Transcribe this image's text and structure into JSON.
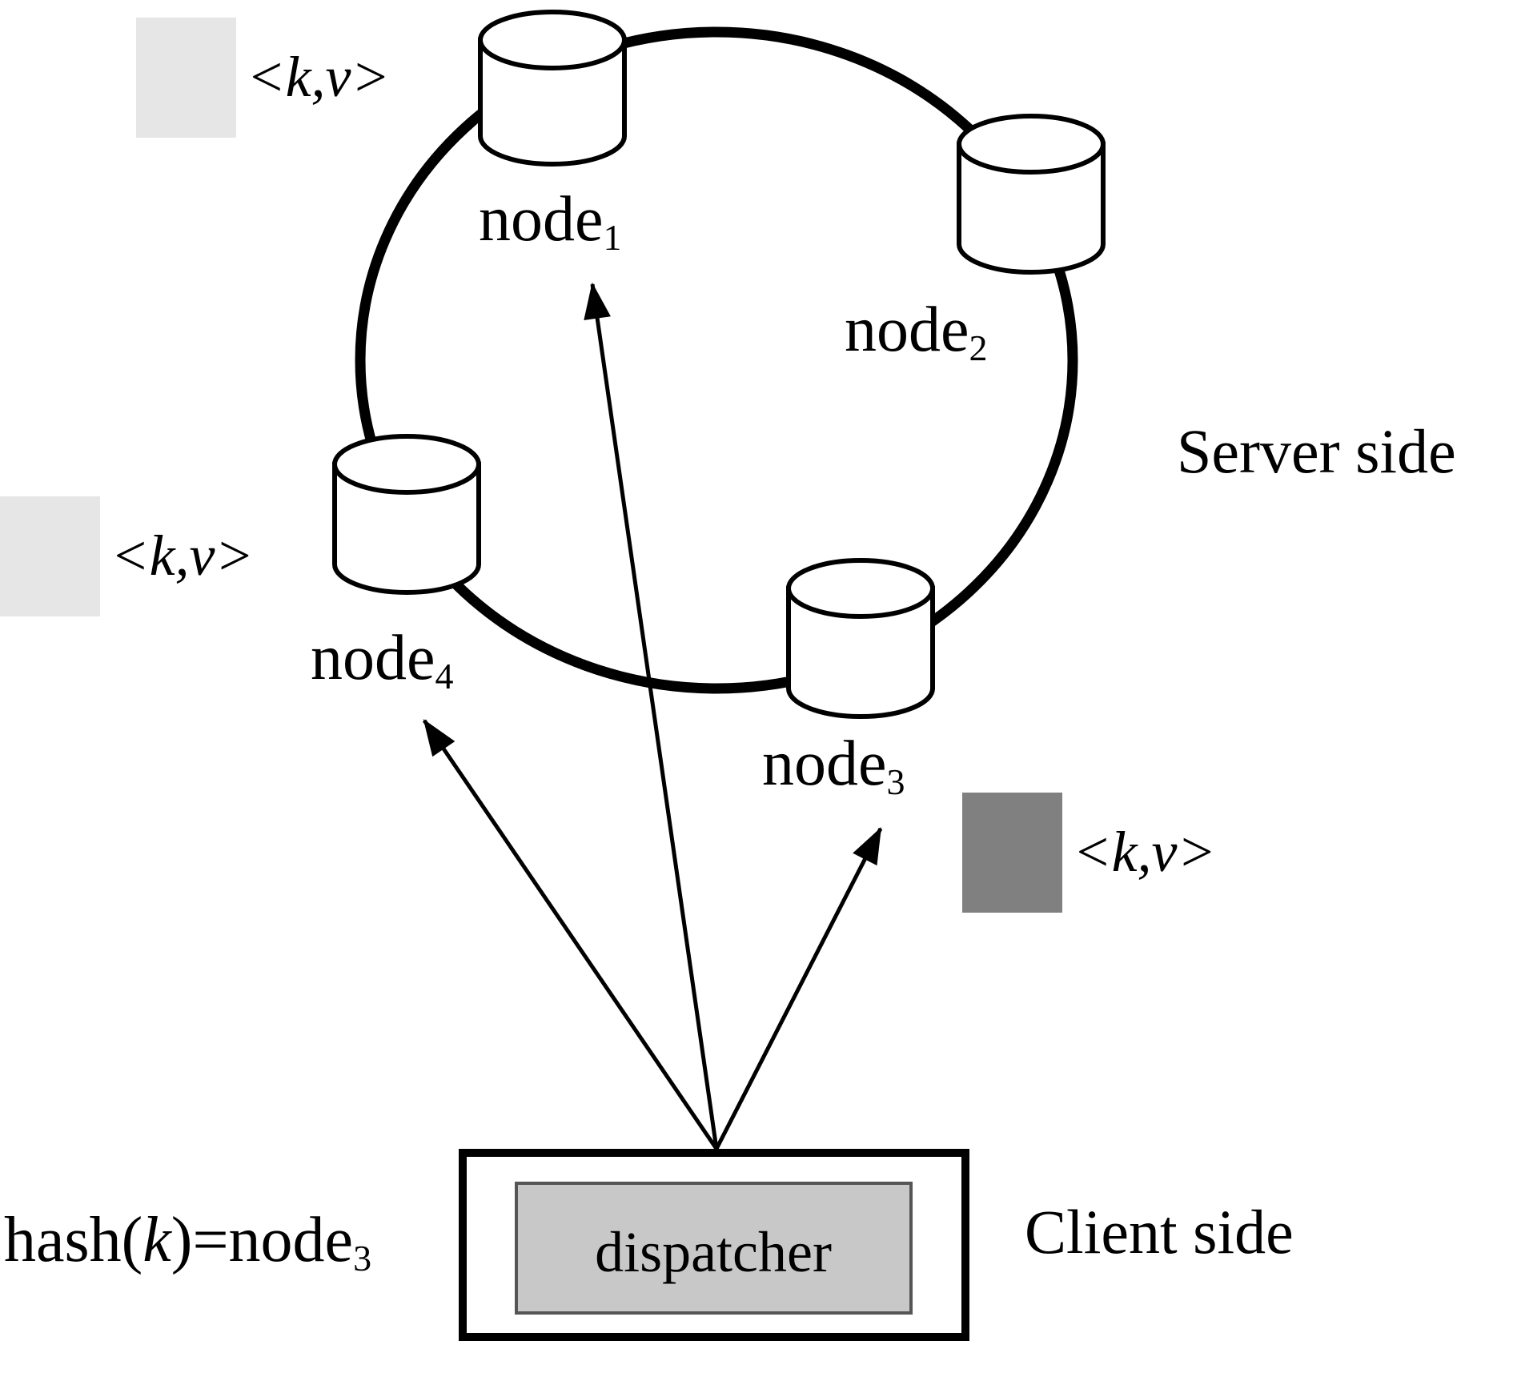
{
  "nodes": [
    {
      "name": "node",
      "sub": "1"
    },
    {
      "name": "node",
      "sub": "2"
    },
    {
      "name": "node",
      "sub": "4"
    },
    {
      "name": "node",
      "sub": "3"
    }
  ],
  "kv_label": "<k,v>",
  "server_side": "Server side",
  "client_side": "Client side",
  "dispatcher": "dispatcher",
  "hash": {
    "prefix": "hash(",
    "var": "k",
    "mid": ")=node",
    "sub": "3"
  },
  "colors": {
    "line": "#000000",
    "kv_light": "#e6e6e6",
    "kv_dark": "#808080",
    "dispatcher_fill": "#c8c8c8"
  }
}
